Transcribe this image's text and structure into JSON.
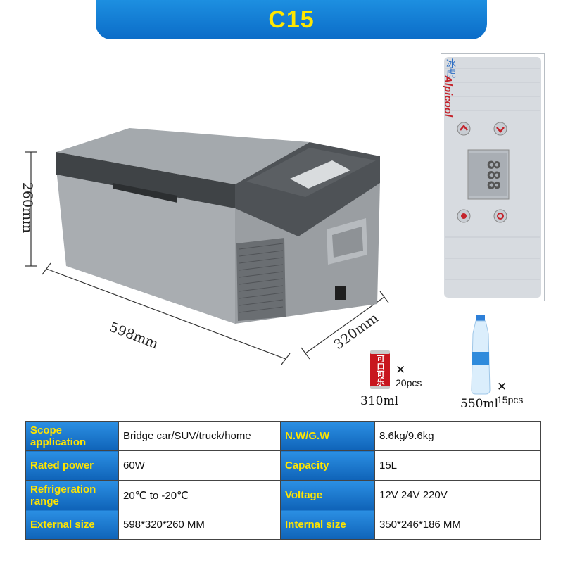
{
  "banner": {
    "title": "C15"
  },
  "dimensions": {
    "height": "260mm",
    "length": "598mm",
    "depth": "320mm"
  },
  "items": {
    "can": {
      "quantity": "20pcs",
      "volume": "310ml",
      "text": "可口可乐"
    },
    "bottle": {
      "quantity": "15pcs",
      "volume": "550ml"
    }
  },
  "panel": {
    "brand": "Alpicool",
    "brand_cn": "冰虎",
    "display": "888"
  },
  "specs": {
    "rows": [
      {
        "label1": "Scope application",
        "value1": "Bridge car/SUV/truck/home",
        "label2": "N.W/G.W",
        "value2": "8.6kg/9.6kg"
      },
      {
        "label1": "Rated power",
        "value1": "60W",
        "label2": "Capacity",
        "value2": "15L"
      },
      {
        "label1": "Refrigeration range",
        "value1": "20℃ to -20℃",
        "label2": "Voltage",
        "value2": "12V 24V 220V"
      },
      {
        "label1": "External size",
        "value1": "598*320*260 MM",
        "label2": "Internal size",
        "value2": "350*246*186 MM"
      }
    ]
  },
  "colors": {
    "banner": "#0b6cc8",
    "title": "#ffe600",
    "label_bg": "#1a78cf",
    "label_text": "#ffe400"
  }
}
